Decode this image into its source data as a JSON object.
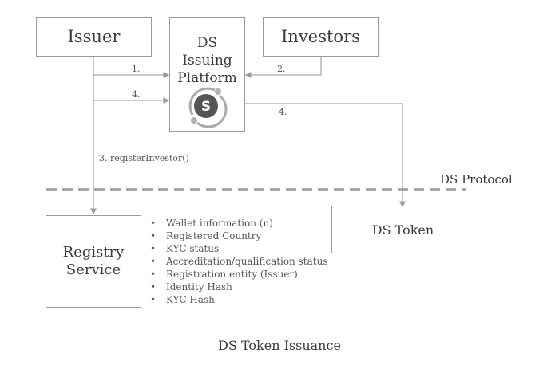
{
  "nodes": {
    "issuer": "Issuer",
    "platform_line1": "DS",
    "platform_line2": "Issuing",
    "platform_line3": "Platform",
    "investors": "Investors",
    "registry_line1": "Registry",
    "registry_line2": "Service",
    "token": "DS Token"
  },
  "logo": {
    "letter": "S",
    "icon": "securitize-logo-icon"
  },
  "edges": {
    "step1": "1.",
    "step2": "2.",
    "step3": "3. registerInvestor()",
    "step4a": "4.",
    "step4b": "4."
  },
  "protocol_label": "DS Protocol",
  "registry_attributes": [
    "Wallet information (n)",
    "Registered Country",
    "KYC status",
    "Accreditation/qualification status",
    "Registration entity (Issuer)",
    "Identity Hash",
    "KYC Hash"
  ],
  "caption": "DS Token Issuance"
}
